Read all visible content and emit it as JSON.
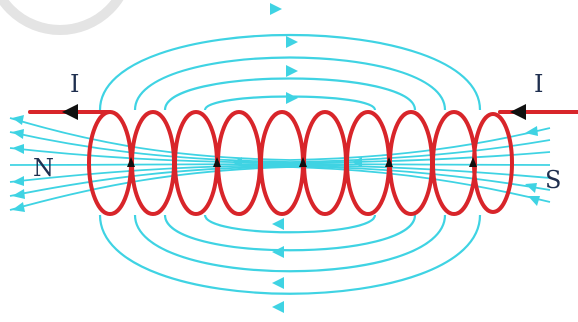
{
  "labels": {
    "current_left": "I",
    "current_right": "I",
    "north": "N",
    "south": "S"
  },
  "colors": {
    "field_line": "#3fd3e3",
    "coil": "#d8252a",
    "current_arrow": "#111111",
    "label": "#1f2f4f",
    "watermark": "#e4e4e4"
  },
  "icons": [
    "solenoid-coil",
    "magnetic-field-lines",
    "current-arrow",
    "field-arrow"
  ]
}
